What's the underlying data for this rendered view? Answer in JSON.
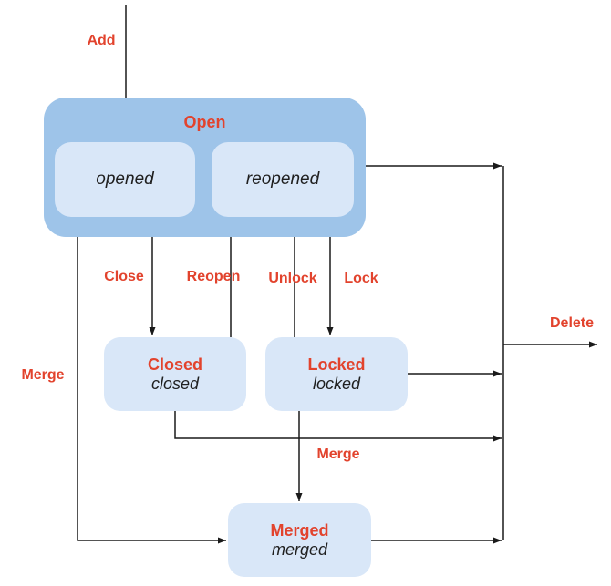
{
  "diagram": {
    "colors": {
      "background": "#ffffff",
      "group_fill": "#9ec4e9",
      "state_fill": "#d9e7f8",
      "action_text": "#e2432d",
      "state_value_text": "#1f1f1f",
      "arrow_line": "#1a1a1a"
    },
    "states": {
      "open": {
        "label": "Open",
        "substates": [
          {
            "label": "opened"
          },
          {
            "label": "reopened"
          }
        ]
      },
      "closed": {
        "title": "Closed",
        "value": "closed"
      },
      "locked": {
        "title": "Locked",
        "value": "locked"
      },
      "merged": {
        "title": "Merged",
        "value": "merged"
      }
    },
    "transitions": {
      "add": "Add",
      "close": "Close",
      "reopen": "Reopen",
      "unlock": "Unlock",
      "lock": "Lock",
      "merge": "Merge",
      "delete": "Delete"
    },
    "edges": [
      {
        "label": "Add",
        "from": "start",
        "to": "open.opened"
      },
      {
        "label": "Close",
        "from": "open",
        "to": "closed"
      },
      {
        "label": "Reopen",
        "from": "closed",
        "to": "open.reopened"
      },
      {
        "label": "Unlock",
        "from": "locked",
        "to": "open.reopened"
      },
      {
        "label": "Lock",
        "from": "open",
        "to": "locked"
      },
      {
        "label": "Merge",
        "from": "open.opened",
        "to": "merged"
      },
      {
        "label": "Merge",
        "from": "locked",
        "to": "merged"
      },
      {
        "label": "Delete",
        "from": "open",
        "to": "end"
      },
      {
        "label": "Delete",
        "from": "closed",
        "to": "end"
      },
      {
        "label": "Delete",
        "from": "locked",
        "to": "end"
      },
      {
        "label": "Delete",
        "from": "merged",
        "to": "end"
      }
    ]
  }
}
